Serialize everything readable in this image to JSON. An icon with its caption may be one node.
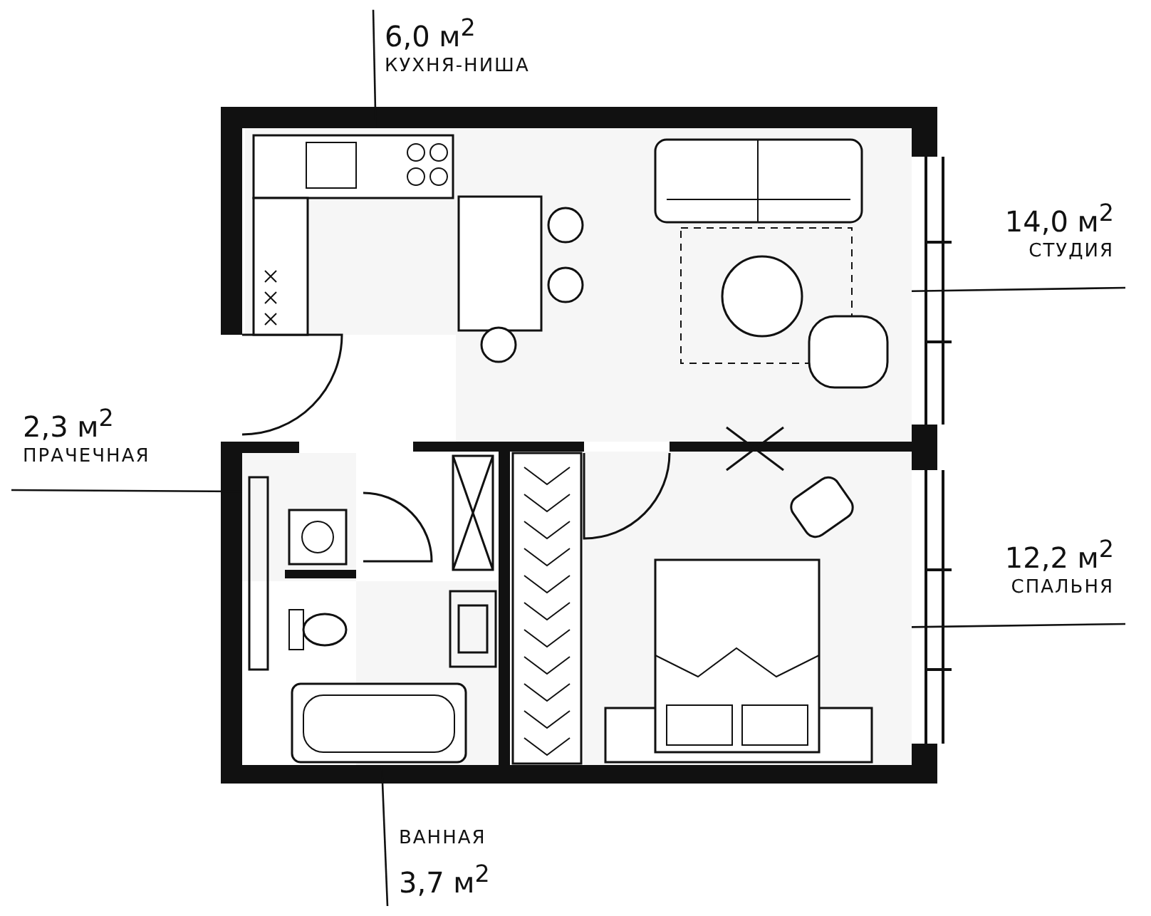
{
  "diagram": {
    "nodes": [
      {
        "text": [
          "6,0 м$^{2}$",
          "КУХНЯ-НИША"
        ]
      },
      {
        "text": [],
        "shape": "box"
      },
      {
        "text": [
          "14,0 м$^{2}$",
          "СТУДИЯ"
        ]
      },
      {
        "text": [],
        "shape": "box"
      },
      {
        "text": [
          "2,3 м$^{2}$",
          "ПРАЧЕЧНАЯ"
        ]
      },
      {
        "text": [],
        "shape": "box"
      },
      {
        "text": [
          "12,2 м$^{2}$",
          "СПАЛЬНЯ"
        ]
      },
      {
        "text": [],
        "shape": "box"
      },
      {
        "text": [
          "ВАННАЯ",
          "3,7 м$^{2}$"
        ]
      },
      {
        "text": [],
        "shape": "box"
      }
    ],
    "edges": [
      {
        "from": 0,
        "to": 1,
        "arrow": "none"
      },
      {
        "from": 2,
        "to": 3,
        "arrow": "none"
      },
      {
        "from": 4,
        "to": 5,
        "arrow": "none"
      },
      {
        "from": 6,
        "to": 7,
        "arrow": "none"
      },
      {
        "from": 8,
        "to": 9,
        "arrow": "none"
      }
    ]
  }
}
